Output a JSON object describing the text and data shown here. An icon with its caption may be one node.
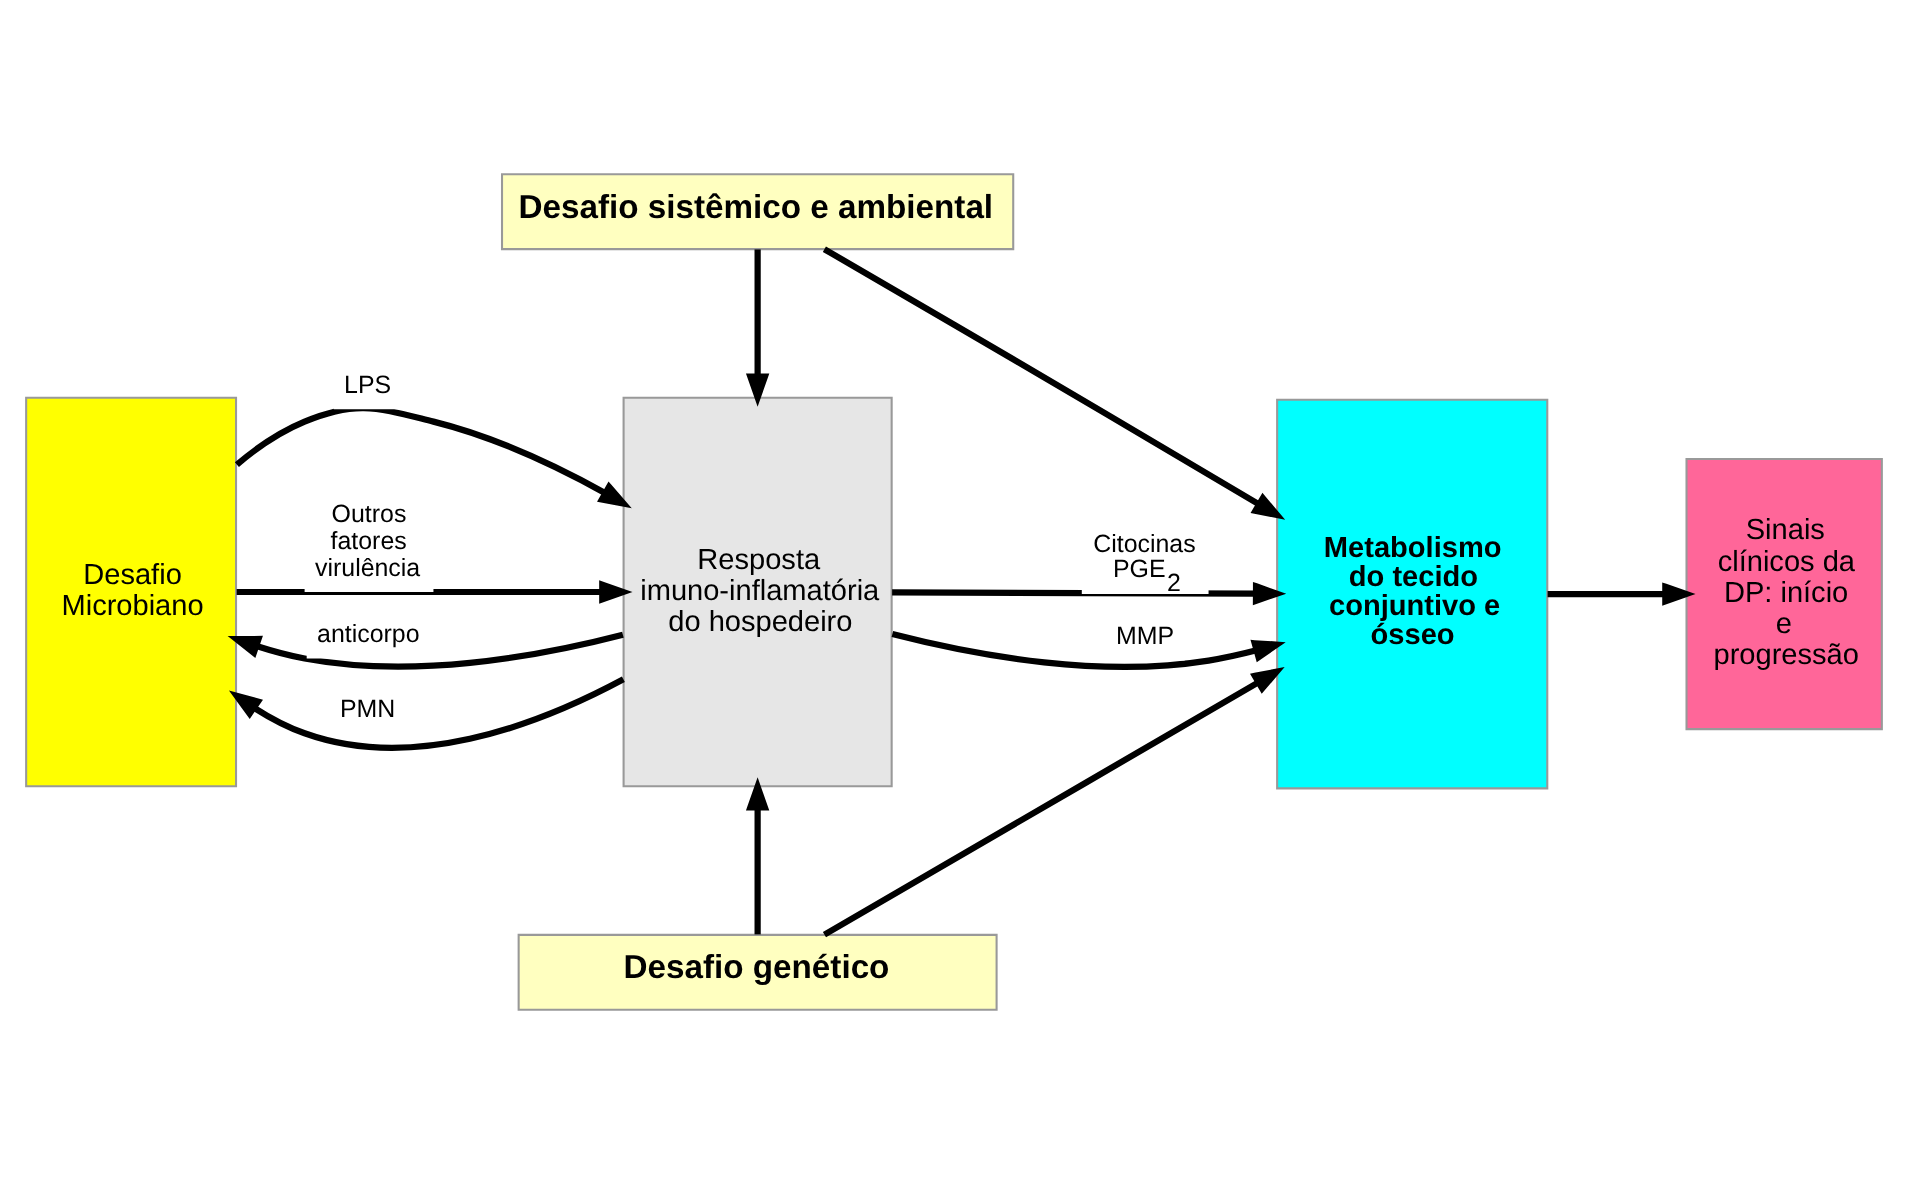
{
  "diagram": {
    "nodes": [
      {
        "text": [
          "Desafio sistêmico e ambiental"
        ]
      },
      {
        "text": [
          "Desafio Microbiano"
        ]
      },
      {
        "text": [
          "Resposta imuno-inflamatória do hospedeiro"
        ]
      },
      {
        "text": [
          "Metabolismo do tecido conjuntivo e ósseo"
        ]
      },
      {
        "text": [
          "Sinais clínicos da DP: início e progressão"
        ]
      },
      {
        "text": [
          "Desafio genético"
        ]
      }
    ],
    "edges": [
      {
        "from": 0,
        "to": 2,
        "arrow": "to"
      },
      {
        "from": 0,
        "to": 3,
        "arrow": "to"
      },
      {
        "from": 1,
        "to": 2,
        "arrow": "to",
        "label": "LPS"
      },
      {
        "from": 1,
        "to": 2,
        "arrow": "to",
        "label": "Outros fatores virulência"
      },
      {
        "from": 2,
        "to": 1,
        "arrow": "to",
        "label": "anticorpo"
      },
      {
        "from": 2,
        "to": 1,
        "arrow": "to",
        "label": "PMN"
      },
      {
        "from": 2,
        "to": 3,
        "arrow": "to",
        "label": "Citocinas PGE$_{2}$"
      },
      {
        "from": 2,
        "to": 3,
        "arrow": "to",
        "label": "MMP"
      },
      {
        "from": 3,
        "to": 4,
        "arrow": "to"
      },
      {
        "from": 5,
        "to": 2,
        "arrow": "to"
      },
      {
        "from": 5,
        "to": 3,
        "arrow": "to"
      }
    ]
  }
}
